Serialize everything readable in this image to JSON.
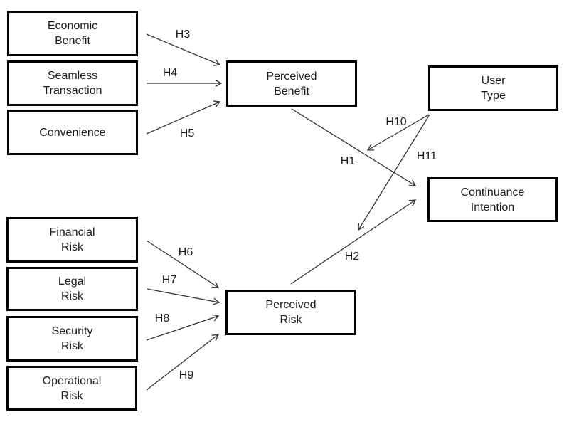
{
  "theme": {
    "background": "#ffffff",
    "box_border_color": "#000000",
    "box_fill_color": "#ffffff",
    "line_color": "#333333",
    "text_color": "#1a1a1a"
  },
  "nodes": {
    "economic_benefit": {
      "label": "Economic\nBenefit"
    },
    "seamless_transaction": {
      "label": "Seamless\nTransaction"
    },
    "convenience": {
      "label": "Convenience"
    },
    "financial_risk": {
      "label": "Financial\nRisk"
    },
    "legal_risk": {
      "label": "Legal\nRisk"
    },
    "security_risk": {
      "label": "Security\nRisk"
    },
    "operational_risk": {
      "label": "Operational\nRisk"
    },
    "perceived_benefit": {
      "label": "Perceived\nBenefit"
    },
    "perceived_risk": {
      "label": "Perceived\nRisk"
    },
    "user_type": {
      "label": "User\nType"
    },
    "continuance_intention": {
      "label": "Continuance\nIntention"
    }
  },
  "edges": {
    "h1": {
      "label": "H1",
      "from": "perceived_benefit",
      "to": "continuance_intention"
    },
    "h2": {
      "label": "H2",
      "from": "perceived_risk",
      "to": "continuance_intention"
    },
    "h3": {
      "label": "H3",
      "from": "economic_benefit",
      "to": "perceived_benefit"
    },
    "h4": {
      "label": "H4",
      "from": "seamless_transaction",
      "to": "perceived_benefit"
    },
    "h5": {
      "label": "H5",
      "from": "convenience",
      "to": "perceived_benefit"
    },
    "h6": {
      "label": "H6",
      "from": "financial_risk",
      "to": "perceived_risk"
    },
    "h7": {
      "label": "H7",
      "from": "legal_risk",
      "to": "perceived_risk"
    },
    "h8": {
      "label": "H8",
      "from": "security_risk",
      "to": "perceived_risk"
    },
    "h9": {
      "label": "H9",
      "from": "operational_risk",
      "to": "perceived_risk"
    },
    "h10": {
      "label": "H10",
      "from": "user_type",
      "to": "h1-path"
    },
    "h11": {
      "label": "H11",
      "from": "user_type",
      "to": "h2-path"
    }
  }
}
